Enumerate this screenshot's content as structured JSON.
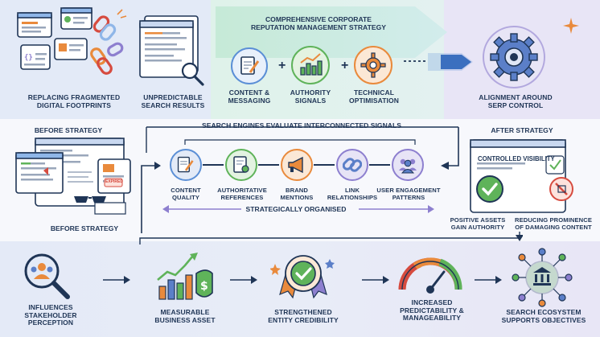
{
  "top": {
    "fragmented_label": "REPLACING FRAGMENTED\nDIGITAL FOOTPRINTS",
    "unpredictable_label": "UNPREDICTABLE\nSEARCH RESULTS",
    "strategy_title": "COMPREHENSIVE CORPORATE\nREPUTATION MANAGEMENT STRATEGY",
    "pillars": [
      {
        "label": "CONTENT &\nMESSAGING",
        "icon": "document-pen-icon"
      },
      {
        "label": "AUTHORITY\nSIGNALS",
        "icon": "trophy-chart-icon"
      },
      {
        "label": "TECHNICAL\nOPTIMISATION",
        "icon": "gear-icon"
      }
    ],
    "plus": "+",
    "alignment_label": "ALIGNMENT AROUND\nSERP CONTROL"
  },
  "middle": {
    "before_title": "BEFORE STRATEGY",
    "before_caption": "BEFORE STRATEGY",
    "badge_text": "EXPIRED",
    "signals_title": "SEARCH ENGINES EVALUATE INTERCONNECTED SIGNALS",
    "signals": [
      {
        "label": "CONTENT\nQUALITY",
        "icon": "document-pen-icon"
      },
      {
        "label": "AUTHORITATIVE\nREFERENCES",
        "icon": "certificate-icon"
      },
      {
        "label": "BRAND\nMENTIONS",
        "icon": "megaphone-icon"
      },
      {
        "label": "LINK\nRELATIONSHIPS",
        "icon": "chain-link-icon"
      },
      {
        "label": "USER ENGAGEMENT\nPATTERNS",
        "icon": "users-icon"
      }
    ],
    "organised_label": "STRATEGICALLY ORGANISED",
    "after_title": "AFTER STRATEGY",
    "controlled_label": "CONTROLLED VISIBILITY",
    "positive_label": "POSITIVE ASSETS\nGAIN AUTHORITY",
    "reducing_label": "REDUCING PROMINENCE\nOF DAMAGING CONTENT"
  },
  "bottom": {
    "steps": [
      {
        "label": "INFLUENCES\nSTAKEHOLDER\nPERCEPTION",
        "icon": "magnifier-people-icon"
      },
      {
        "label": "MEASURABLE\nBUSINESS ASSET",
        "icon": "growth-chart-money-icon"
      },
      {
        "label": "STRENGTHENED\nENTITY CREDIBILITY",
        "icon": "award-badge-icon"
      },
      {
        "label": "INCREASED\nPREDICTABILITY &\nMANAGEABILITY",
        "icon": "gauge-icon"
      },
      {
        "label": "SEARCH ECOSYSTEM\nSUPPORTS OBJECTIVES",
        "icon": "network-bank-icon"
      }
    ]
  },
  "colors": {
    "navy": "#1f3556",
    "teal": "#4fb39a",
    "green": "#5fb35a",
    "orange": "#e98a3c",
    "purple": "#8d7fcf",
    "red": "#d64b3f",
    "blue_band": "#dfe8f6",
    "green_band": "#d7efe4",
    "lavender": "#e7e4f6"
  }
}
